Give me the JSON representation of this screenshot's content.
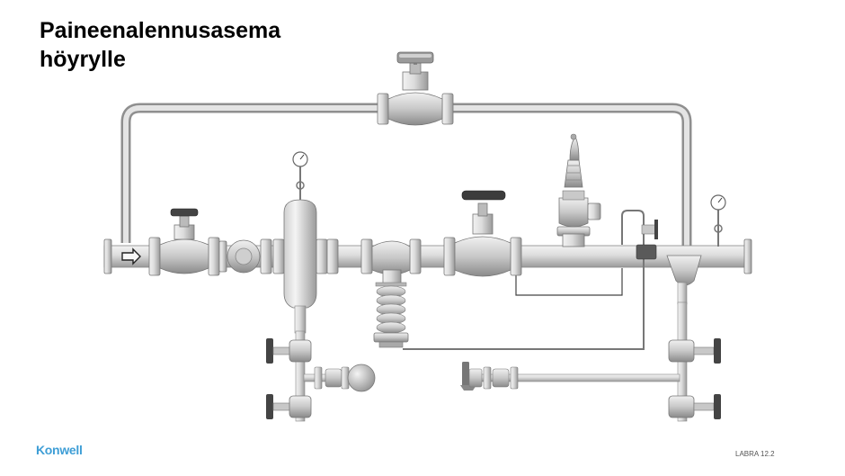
{
  "slide": {
    "title_line1": "Paineenalennusasema",
    "title_line2": "höyrylle",
    "brand": "Konwell",
    "page_ref": "LABRA 12.2"
  },
  "diagram": {
    "flow_direction": "left-to-right",
    "colors": {
      "pipe_light": "#e6e6e6",
      "pipe_mid": "#bdbdbd",
      "pipe_dark": "#8c8c8c",
      "line": "#6b6b6b",
      "handwheel": "#3c3c3c"
    },
    "components": [
      "inlet-flow-arrow",
      "bypass-pipe",
      "bypass-globe-valve",
      "inlet-globe-valve",
      "strainer",
      "separator-vessel",
      "inlet-pressure-gauge",
      "pressure-reducing-valve",
      "outlet-globe-valve",
      "safety-valve",
      "outlet-pressure-gauge",
      "separator-drain-valves",
      "steam-trap",
      "outlet-drain-valves",
      "condensate-line",
      "sensing-line"
    ]
  }
}
